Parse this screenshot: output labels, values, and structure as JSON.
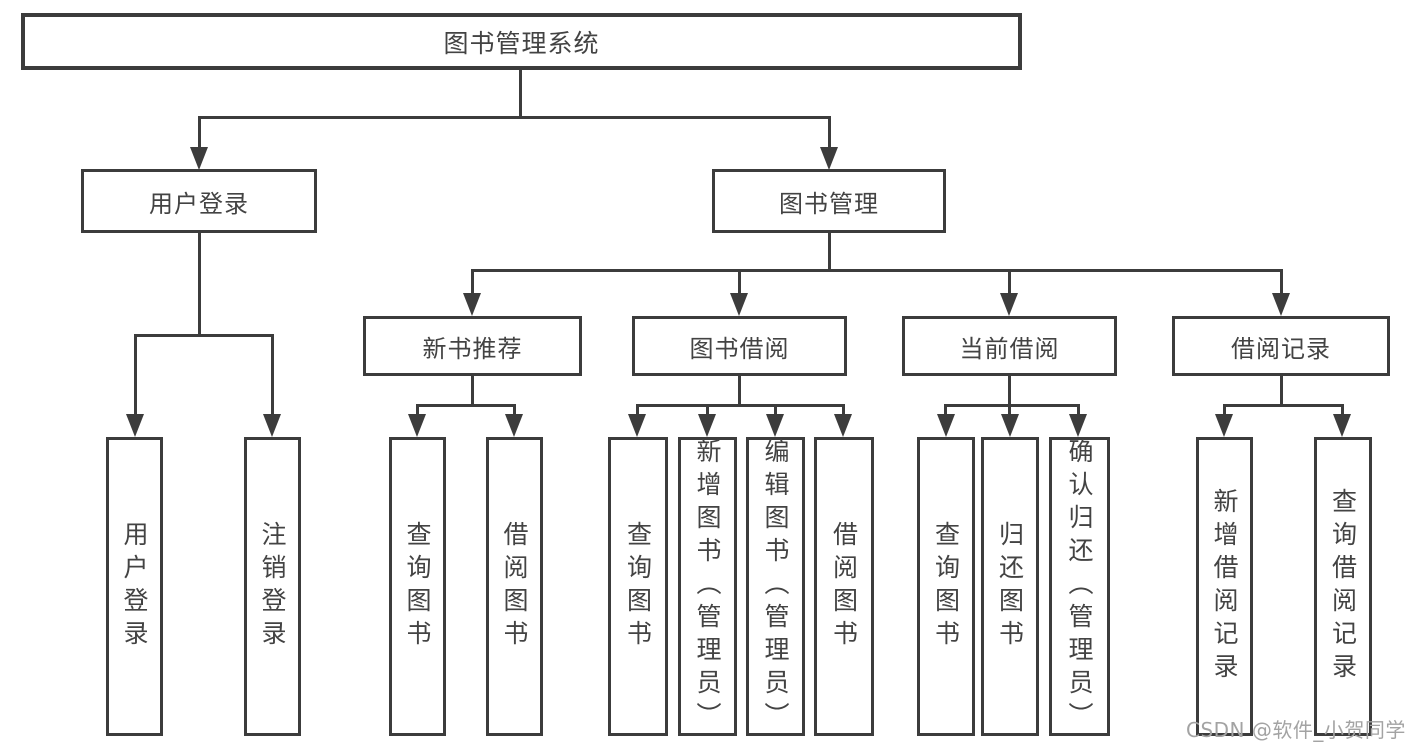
{
  "colors": {
    "line": "#3c3c3c",
    "text": "#434343",
    "watermark": "#a3a3a3"
  },
  "watermark": {
    "text": "CSDN @软件_小贺同学"
  },
  "tree": {
    "label": "图书管理系统",
    "children": [
      {
        "label": "用户登录",
        "children": [
          {
            "label": "用户登录"
          },
          {
            "label": "注销登录"
          }
        ]
      },
      {
        "label": "图书管理",
        "children": [
          {
            "label": "新书推荐",
            "children": [
              {
                "label": "查询图书"
              },
              {
                "label": "借阅图书"
              }
            ]
          },
          {
            "label": "图书借阅",
            "children": [
              {
                "label": "查询图书"
              },
              {
                "label": "新增图书（管理员）"
              },
              {
                "label": "编辑图书（管理员）"
              },
              {
                "label": "借阅图书"
              }
            ]
          },
          {
            "label": "当前借阅",
            "children": [
              {
                "label": "查询图书"
              },
              {
                "label": "归还图书"
              },
              {
                "label": "确认归还（管理员）"
              }
            ]
          },
          {
            "label": "借阅记录",
            "children": [
              {
                "label": "新增借阅记录"
              },
              {
                "label": "查询借阅记录"
              }
            ]
          }
        ]
      }
    ]
  }
}
